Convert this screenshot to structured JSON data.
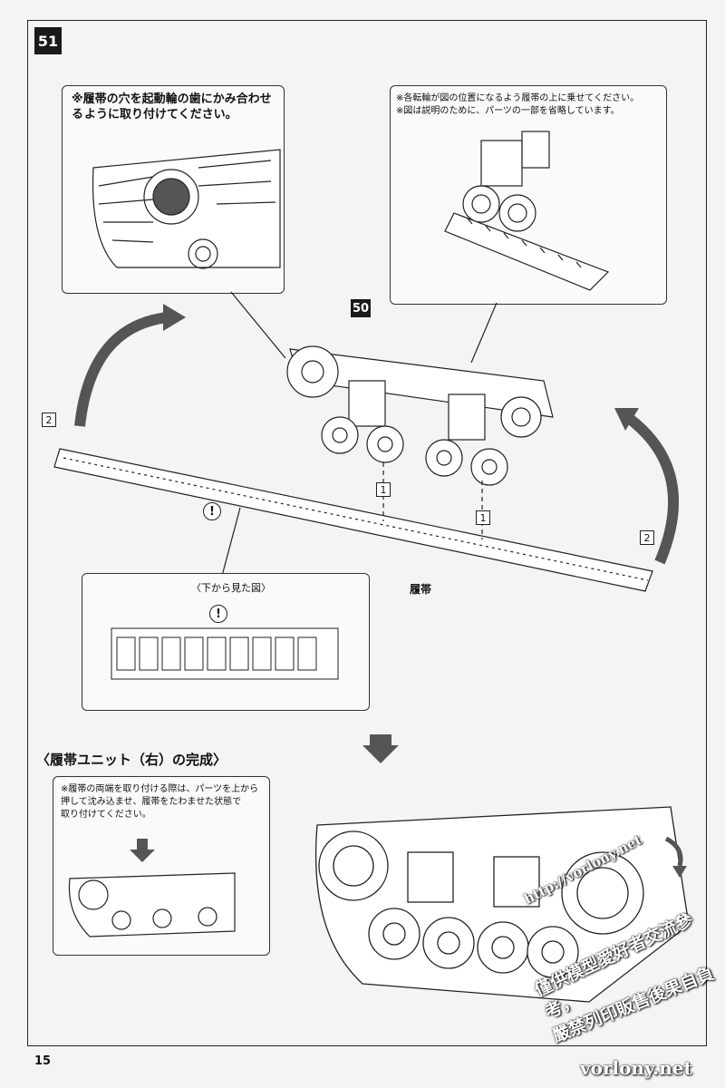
{
  "step": {
    "number": "51",
    "sub_step": "50"
  },
  "callout_sprocket": {
    "text_line1": "※履帯の穴を起動輪の歯にかみ合わせる",
    "text_line2": "ように取り付けてください。"
  },
  "callout_wheels": {
    "line1": "※各転輪が図の位置になるよう履帯の上に乗せてください。",
    "line2": "※図は説明のために、パーツの一部を省略しています。"
  },
  "callout_bottom": {
    "title": "〈下から見た図〉"
  },
  "callout_final": {
    "line1": "※履帯の両端を取り付ける際は、パーツを上から",
    "line2": "押して沈み込ませ、履帯をたわませた状態で",
    "line3": "取り付けてください。"
  },
  "labels": {
    "track": "履帯",
    "order_1a": "1",
    "order_1b": "1",
    "order_2a": "2",
    "order_2b": "2",
    "caution": "!"
  },
  "section": {
    "title": "〈履帯ユニット（右）の完成〉"
  },
  "page": {
    "number": "15"
  },
  "watermarks": {
    "url": "http://vorlony.net",
    "line1": "僅供模型愛好者交流參考，",
    "line2": "嚴禁列印販售後果自負",
    "site": "vorlony.net"
  }
}
